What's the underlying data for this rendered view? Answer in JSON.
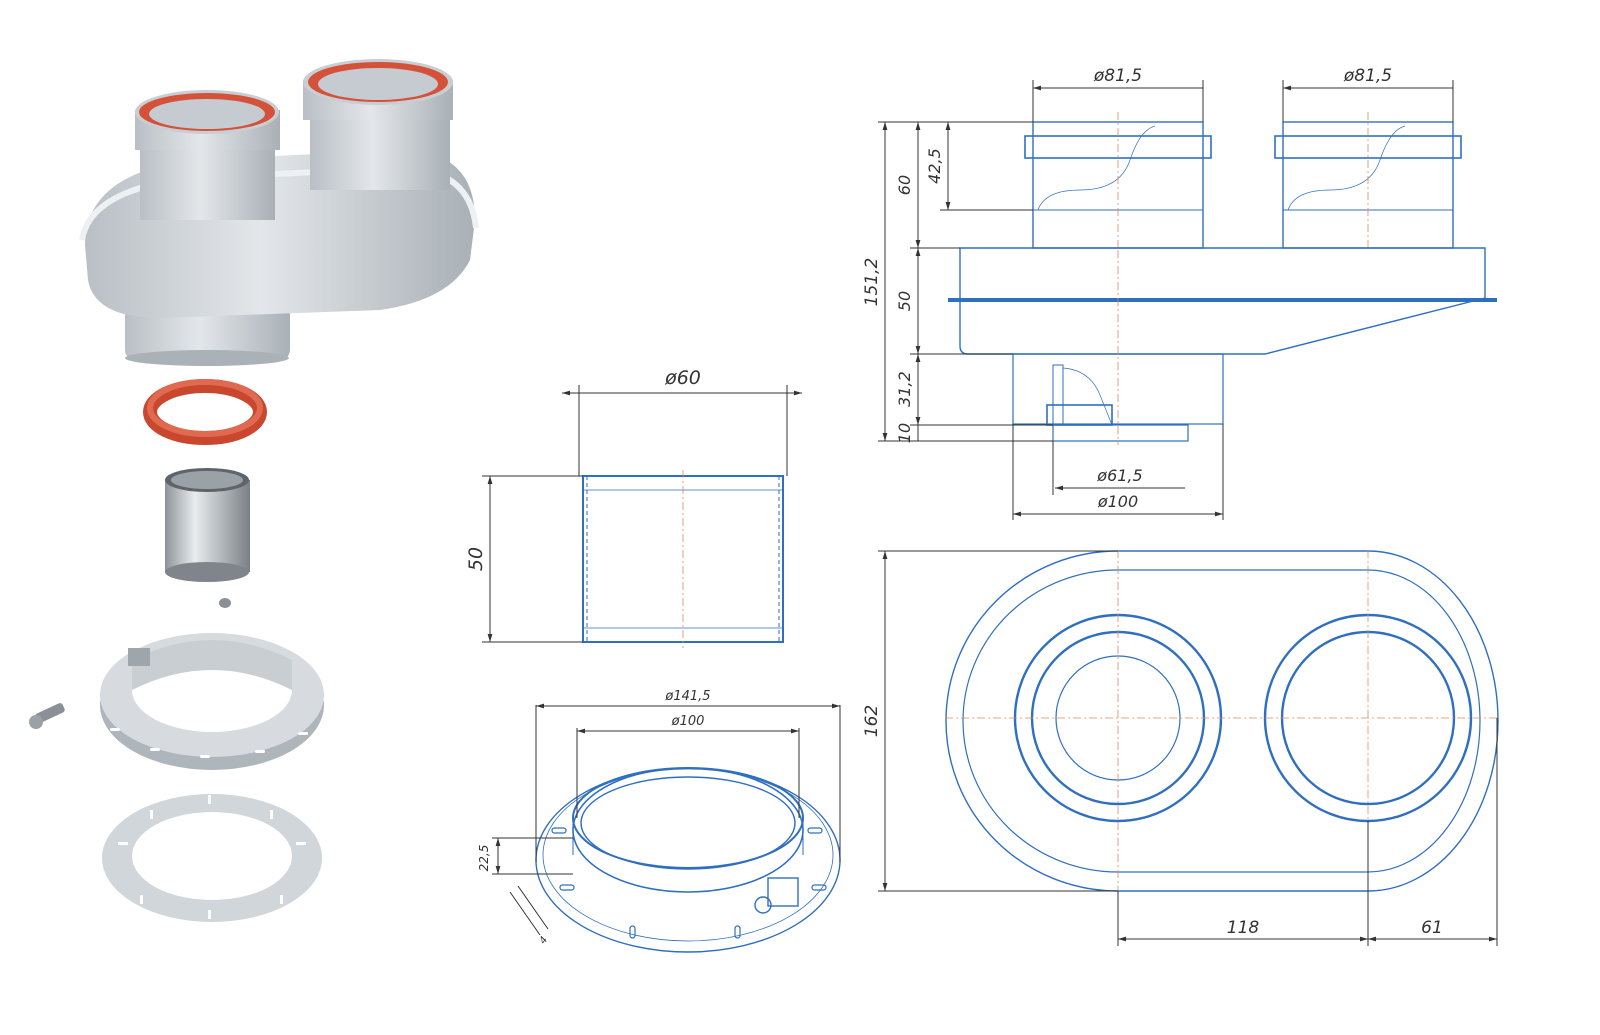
{
  "colors": {
    "drawing_line": "#2f6fc0",
    "dimension_line": "#333333",
    "center_line": "#d98c5a",
    "part_grey": "#cfd4d9",
    "seal_red": "#d4523a"
  },
  "parts_exploded": [
    {
      "name": "adapter-body",
      "icon": "twin-pipe-adapter"
    },
    {
      "name": "seal-ring",
      "icon": "red-gasket"
    },
    {
      "name": "sleeve",
      "icon": "metal-cylinder"
    },
    {
      "name": "small-screw",
      "icon": "screw-head"
    },
    {
      "name": "clamp-flange",
      "icon": "flange-with-clamp"
    },
    {
      "name": "screw",
      "icon": "screw"
    },
    {
      "name": "base-gasket",
      "icon": "flat-ring"
    }
  ],
  "sleeve_drawing": {
    "diameter": "ø60",
    "height": "50"
  },
  "flange_drawing": {
    "outer_diameter": "ø141,5",
    "inner_diameter": "ø100",
    "height": "22,5",
    "thickness": "4"
  },
  "side_view": {
    "pipe_diameter_left": "ø81,5",
    "pipe_diameter_right": "ø81,5",
    "total_height": "151,2",
    "pipe_height": "60",
    "socket_depth": "42,5",
    "body_height": "50",
    "spigot_height": "31,2",
    "bottom_ring": "10",
    "inner_diameter": "ø61,5",
    "spigot_diameter": "ø100"
  },
  "top_view": {
    "width": "162",
    "center_distance": "118",
    "edge_distance": "61"
  }
}
